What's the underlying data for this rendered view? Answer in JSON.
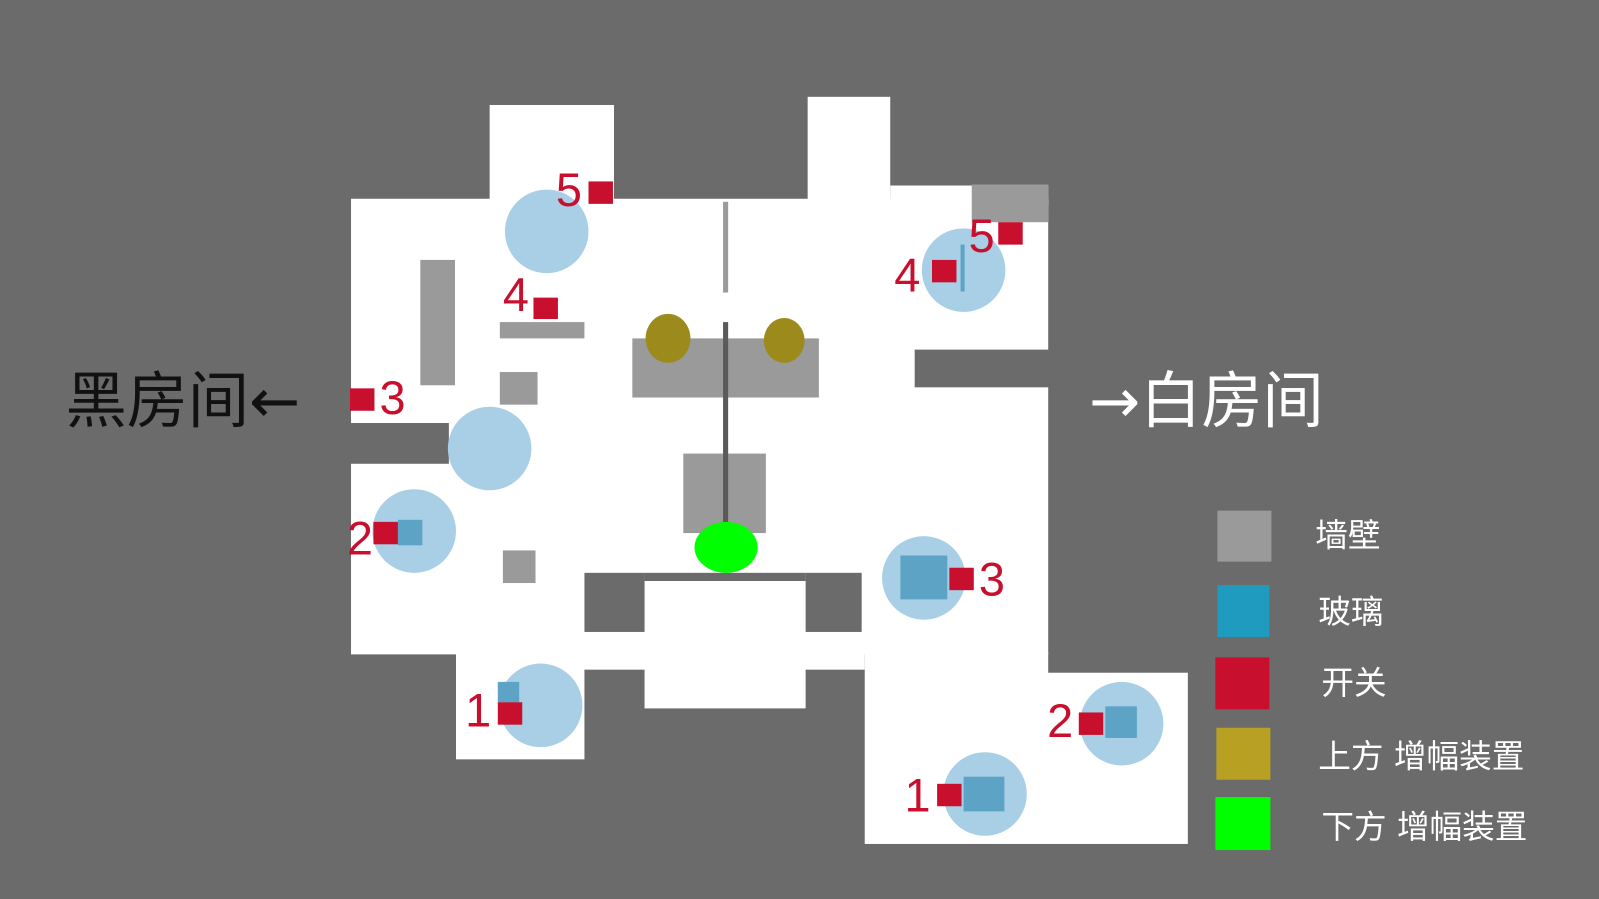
{
  "labels": {
    "black_room": "黑房间←",
    "white_room": "→白房间"
  },
  "switches": {
    "left": [
      "5",
      "4",
      "3",
      "2",
      "1"
    ],
    "right": [
      "5",
      "4",
      "3",
      "2",
      "1"
    ]
  },
  "legend": [
    {
      "label": "墙壁",
      "color": "#9a9a9a"
    },
    {
      "label": "玻璃",
      "color": "#1f9bbf"
    },
    {
      "label": "开关",
      "color": "#c8102e"
    },
    {
      "label": "上方 增幅装置",
      "color": "#b8a022"
    },
    {
      "label": "下方 增幅装置",
      "color": "#00ff00"
    }
  ]
}
